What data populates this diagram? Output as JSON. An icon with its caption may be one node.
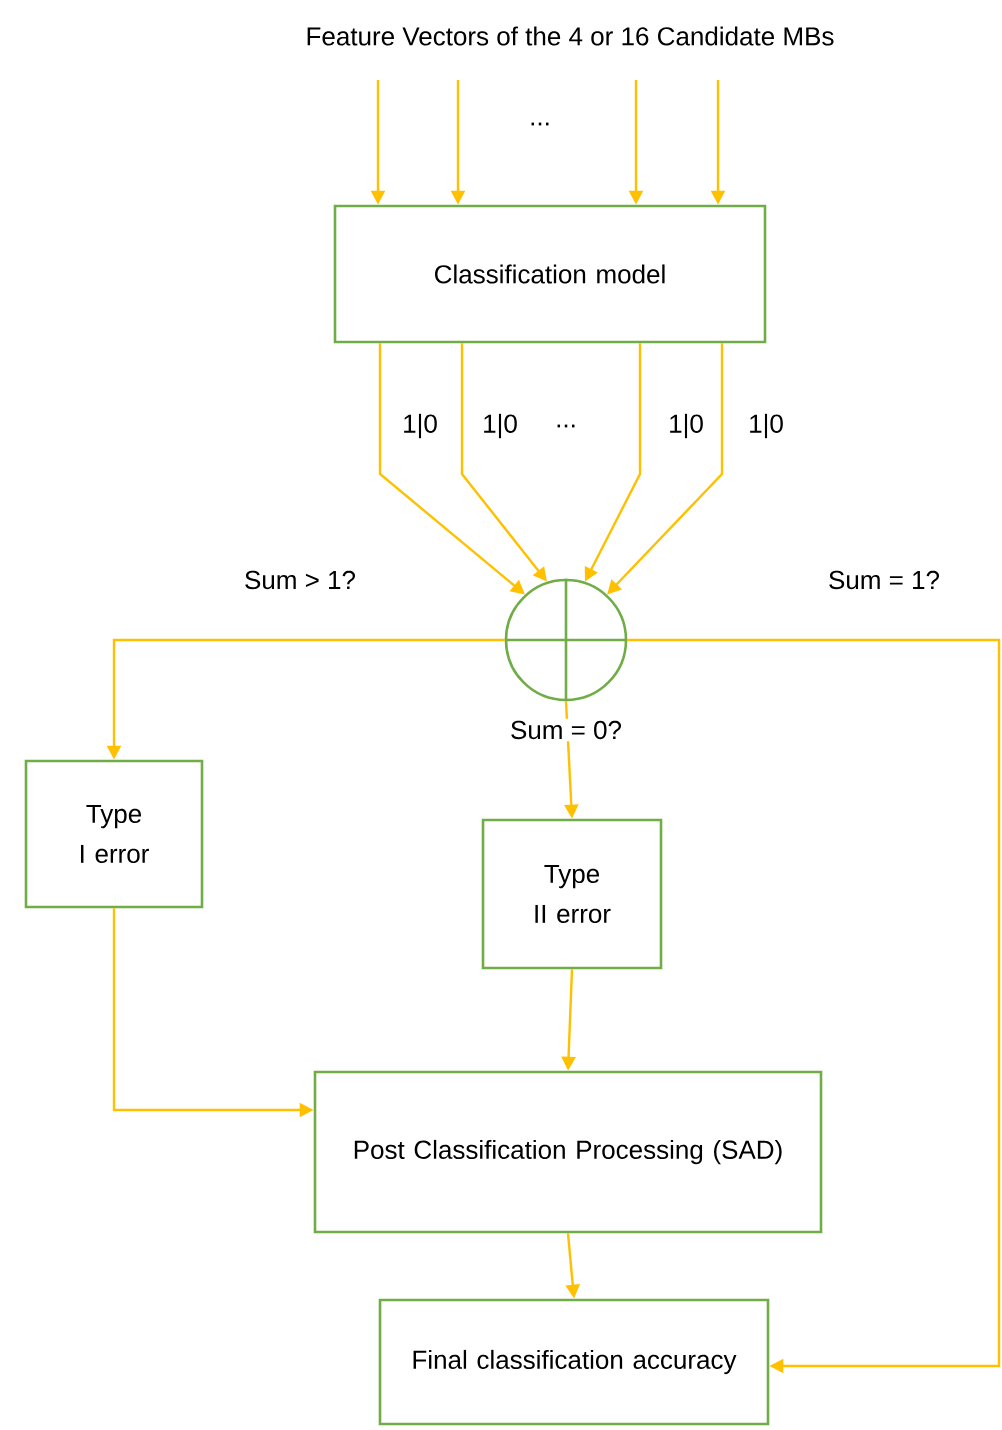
{
  "diagram": {
    "nodes": [
      {
        "text": [
          "Feature Vectors of the 4 or 16 Candidate MBs"
        ]
      },
      {
        "text": [
          "Classification model"
        ]
      },
      {
        "text": [],
        "shape": "circle"
      },
      {
        "text": [
          "Type I error"
        ]
      },
      {
        "text": [
          "Type II error"
        ]
      },
      {
        "text": [
          "Post Classification Processing (SAD)"
        ]
      },
      {
        "text": [
          "Final classification accuracy"
        ]
      }
    ],
    "edges": [
      {
        "from": 0,
        "to": 1,
        "arrow": "to"
      },
      {
        "from": 0,
        "to": 1,
        "arrow": "to"
      },
      {
        "from": 0,
        "to": 1,
        "arrow": "to"
      },
      {
        "from": 0,
        "to": 1,
        "arrow": "to"
      },
      {
        "from": 1,
        "to": 2,
        "arrow": "to",
        "label": "1|0"
      },
      {
        "from": 1,
        "to": 2,
        "arrow": "to",
        "label": "1|0"
      },
      {
        "from": 1,
        "to": 2,
        "arrow": "to",
        "label": "1|0"
      },
      {
        "from": 1,
        "to": 2,
        "arrow": "to",
        "label": "1|0"
      },
      {
        "from": 2,
        "to": 3,
        "arrow": "to",
        "label": "Sum > 1?"
      },
      {
        "from": 2,
        "to": 4,
        "arrow": "to",
        "label": "Sum = 0?"
      },
      {
        "from": 2,
        "to": 6,
        "arrow": "to",
        "label": "Sum = 1?"
      },
      {
        "from": 3,
        "to": 5,
        "arrow": "to"
      },
      {
        "from": 4,
        "to": 5,
        "arrow": "to"
      },
      {
        "from": 5,
        "to": 6,
        "arrow": "to"
      }
    ],
    "labels": [
      "...",
      "..."
    ]
  }
}
